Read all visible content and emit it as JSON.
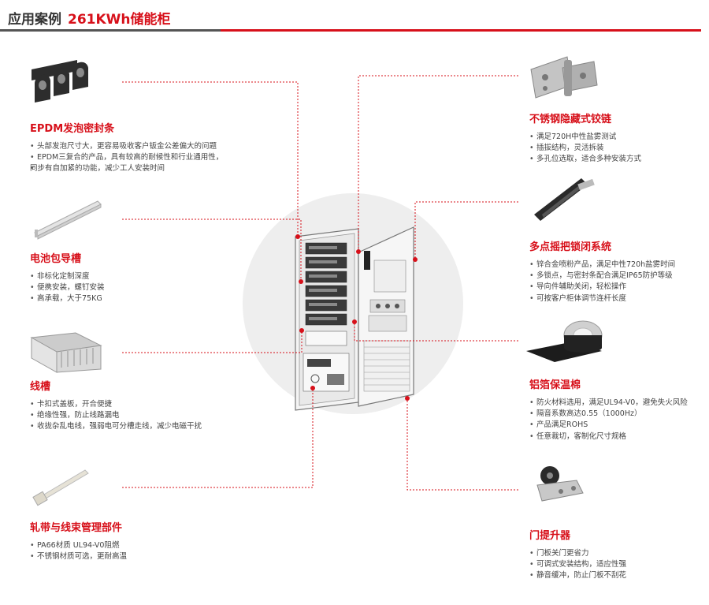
{
  "header": {
    "title_prefix": "应用案例",
    "title_main": "261KWh储能柜"
  },
  "sections": [
    {
      "title": "EPDM发泡密封条",
      "items": [
        "头部发泡尺寸大，更容易吸收客户钣金公差偏大的问题",
        "EPDM三复合的产品，具有较高的耐候性和行业通用性，",
        "同步有自加紧的功能，减少工人安装时间"
      ]
    },
    {
      "title": "电池包导槽",
      "items": [
        "非标化定制深度",
        "便携安装，螺钉安装",
        "高承载，大于75KG"
      ]
    },
    {
      "title": "线槽",
      "items": [
        "卡扣式盖板，开合便捷",
        "绝缘性强，防止线路漏电",
        "收拢杂乱电线，强弱电可分槽走线，减少电磁干扰"
      ]
    },
    {
      "title": "轧带与线束管理部件",
      "items": [
        "PA66材质 UL94-V0阻燃",
        "不锈钢材质可选，更耐高温"
      ]
    },
    {
      "title": "不锈钢隐藏式铰链",
      "items": [
        "满足720H中性盐雾测试",
        "插拔结构，灵活拆装",
        "多孔位选取，适合多种安装方式"
      ]
    },
    {
      "title": "多点摇把锁闭系统",
      "items": [
        "锌合金喷粉产品，满足中性720h盐雾时间",
        "多锁点，与密封条配合满足IP65防护等级",
        "导向件辅助关闭，轻松操作",
        "可按客户柜体调节连杆长度"
      ]
    },
    {
      "title": "铝箔保温棉",
      "items": [
        "防火材料选用，满足UL94-V0，避免失火风险",
        "隔音系数高达0.55（1000Hz）",
        "产品满足ROHS",
        "任意裁切，客制化尺寸规格"
      ]
    },
    {
      "title": "门提升器",
      "items": [
        "门板关门更省力",
        "可调式安装结构，适应性强",
        "静音缓冲，防止门板不刮花"
      ]
    }
  ],
  "colors": {
    "accent": "#d7101a",
    "text": "#333333",
    "circle": "#eeeeee"
  },
  "icons": [
    "epdm-seal-icon",
    "battery-rail-icon",
    "wire-duct-icon",
    "cable-tie-icon",
    "hinge-icon",
    "swing-handle-lock-icon",
    "insulation-roll-icon",
    "door-lifter-icon",
    "storage-cabinet-illustration"
  ]
}
